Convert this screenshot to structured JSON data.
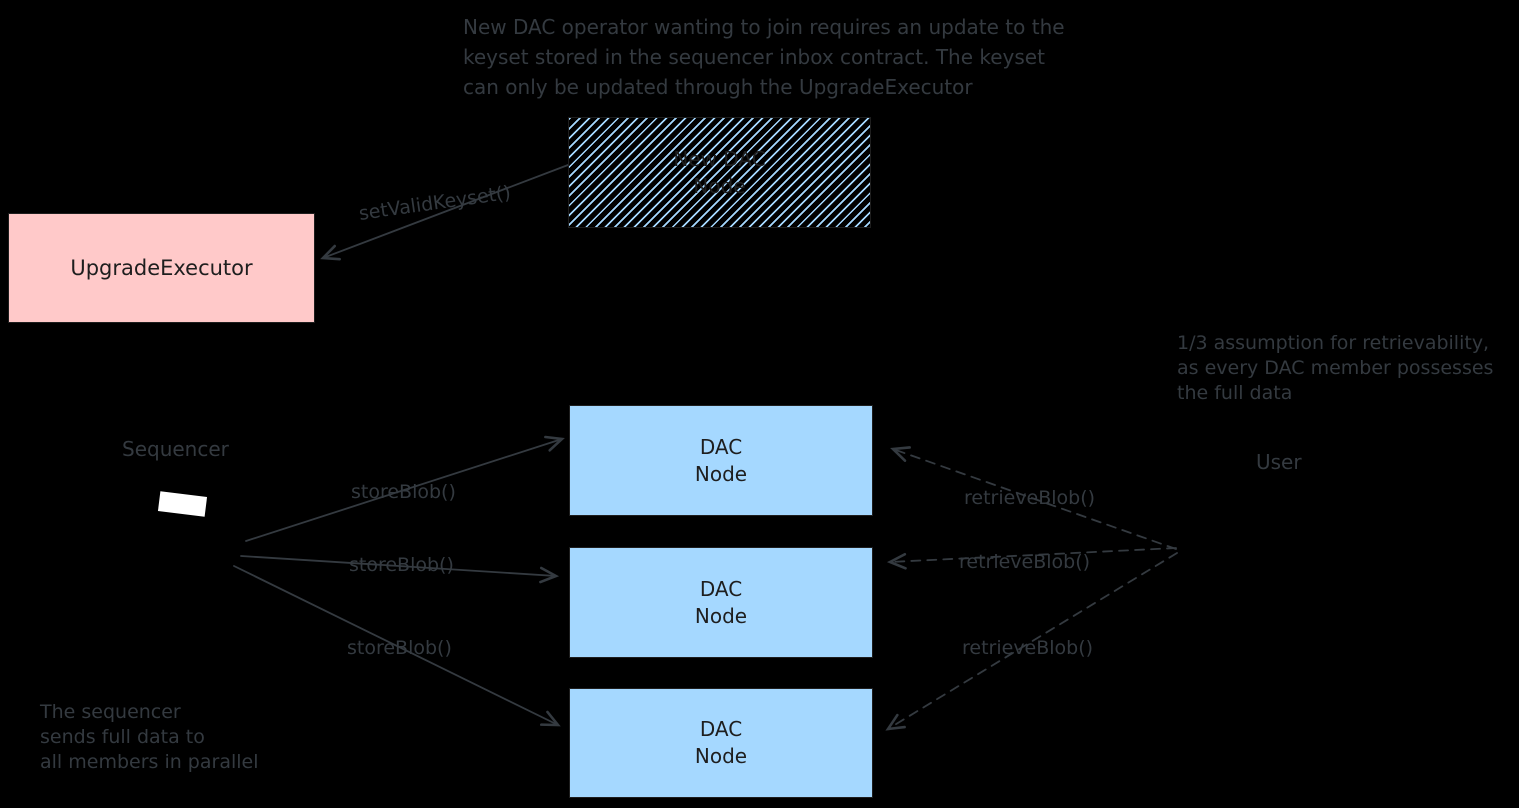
{
  "diagram": {
    "background": "#000000",
    "annotation_color": "#343a40",
    "shape_stroke_color": "#1e1e1e",
    "pink_fill": "#ffc9c9",
    "blue_fill": "#a5d8ff",
    "sequencer_marker_fill": "#ffffff"
  },
  "notes": {
    "keyset_update": {
      "line1": "New DAC operator wanting to join requires an update to the",
      "line2": "keyset stored in the sequencer inbox contract. The keyset",
      "line3": "can only be updated through the UpgradeExecutor"
    },
    "assumption": {
      "line1": "1/3 assumption for retrievability,",
      "line2": "as every DAC member possesses",
      "line3": "the full data"
    },
    "sequencer_parallel": {
      "line1": "The sequencer",
      "line2": "sends full data to",
      "line3": "all members in parallel"
    }
  },
  "boxes": {
    "new_dac_node": {
      "line1": "New DAC",
      "line2": "Node"
    },
    "upgrade_executor": {
      "label": "UpgradeExecutor"
    },
    "dac_node_1": {
      "line1": "DAC",
      "line2": "Node"
    },
    "dac_node_2": {
      "line1": "DAC",
      "line2": "Node"
    },
    "dac_node_3": {
      "line1": "DAC",
      "line2": "Node"
    }
  },
  "labels": {
    "sequencer": "Sequencer",
    "user": "User",
    "set_valid_keyset": "setValidKeyset()",
    "store_blob_1": "storeBlob()",
    "store_blob_2": "storeBlob()",
    "store_blob_3": "storeBlob()",
    "retrieve_blob_1": "retrieveBlob()",
    "retrieve_blob_2": "retrieveBlob()",
    "retrieve_blob_3": "retrieveBlob()"
  }
}
